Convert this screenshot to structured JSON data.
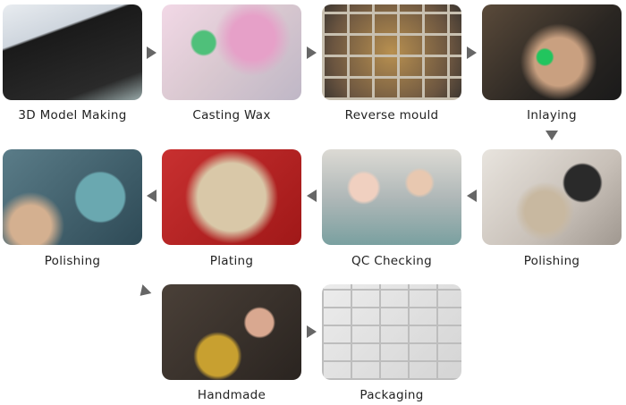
{
  "steps": [
    {
      "label": "3D Model Making"
    },
    {
      "label": "Casting Wax"
    },
    {
      "label": "Reverse mould"
    },
    {
      "label": "Inlaying"
    },
    {
      "label": "Polishing"
    },
    {
      "label": "QC Checking"
    },
    {
      "label": "Plating"
    },
    {
      "label": "Polishing"
    },
    {
      "label": "Handmade"
    },
    {
      "label": "Packaging"
    }
  ],
  "colors": {
    "arrow": "#666666",
    "text": "#222222"
  }
}
